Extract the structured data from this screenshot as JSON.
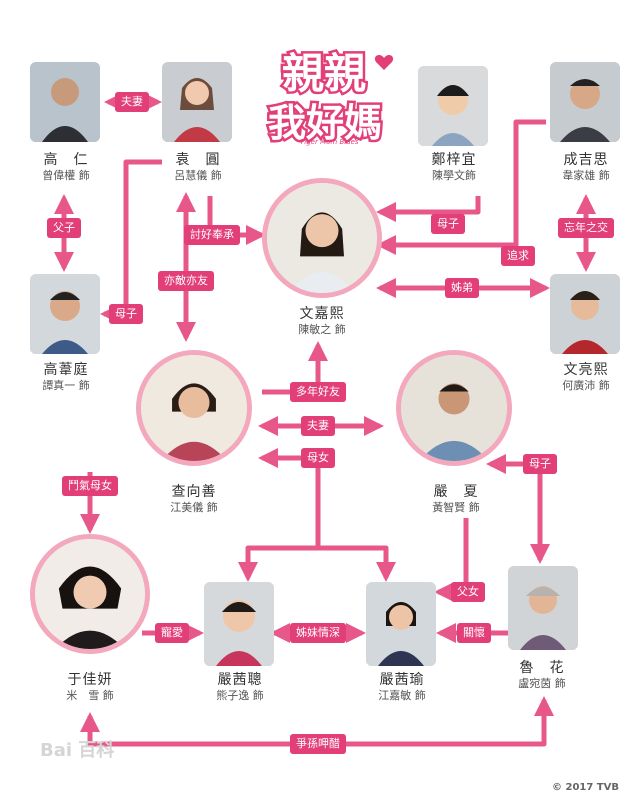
{
  "logo": {
    "line1": "親親",
    "line2": "我好媽",
    "english": "Tiger Mom Blues"
  },
  "characters": {
    "gaoren": {
      "name": "高　仁",
      "actor": "曾偉權 飾"
    },
    "yuanyuan": {
      "name": "袁　圓",
      "actor": "呂慧儀 飾"
    },
    "zheng": {
      "name": "鄭梓宜",
      "actor": "陳學文飾"
    },
    "cheng": {
      "name": "成吉思",
      "actor": "韋家雄 飾"
    },
    "wenjiaxi": {
      "name": "文嘉熙",
      "actor": "陳敏之 飾"
    },
    "gaowei": {
      "name": "高葦庭",
      "actor": "譚真一 飾"
    },
    "wenliangxi": {
      "name": "文亮熙",
      "actor": "何廣沛 飾"
    },
    "cha": {
      "name": "查向善",
      "actor": "江美儀 飾"
    },
    "yanxia": {
      "name": "嚴　夏",
      "actor": "黃智賢 飾"
    },
    "yu": {
      "name": "于佳妍",
      "actor": "米　雪 飾"
    },
    "xianting": {
      "name": "嚴茜聰",
      "actor": "熊子逸 飾"
    },
    "xianyu": {
      "name": "嚴茜瑜",
      "actor": "江嘉敏 飾"
    },
    "lu": {
      "name": "魯　花",
      "actor": "盧宛茵 飾"
    }
  },
  "relations": {
    "fuqi1": "夫妻",
    "fuzi": "父子",
    "muzi1": "母子",
    "taohao": "討好奉承",
    "yidi": "亦敵亦友",
    "muzi2": "母子",
    "zhuiqiu": "追求",
    "wangnian": "忘年之交",
    "jiedi": "姊弟",
    "duonian": "多年好友",
    "fuqi2": "夫妻",
    "munu1": "母女",
    "muzi3": "母子",
    "douqi": "鬥氣母女",
    "chongai": "寵愛",
    "jiemei": "姊妹情深",
    "funu": "父女",
    "guanhuai": "關懷",
    "zhengsun": "爭孫呷醋"
  },
  "watermark": "Bai 百科",
  "copyright": "© 2017 TVB",
  "colors": {
    "accent": "#e23e78",
    "ring": "#f3a8bd",
    "line": "#e8578a"
  }
}
